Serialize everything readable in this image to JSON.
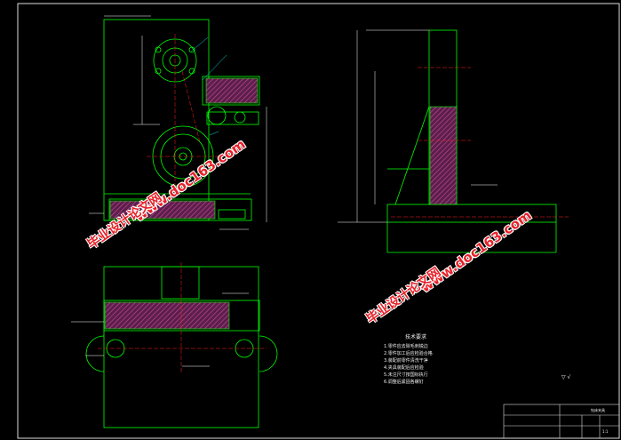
{
  "watermarks": [
    {
      "text": "www.doc163.com"
    },
    {
      "text": "毕业设计论文网"
    },
    {
      "text": "www.doc163.com"
    },
    {
      "text": "毕业设计论文网"
    }
  ],
  "tech_notes": {
    "title": "技术要求",
    "items": [
      "1.零件应去除毛刺锐边",
      "2.零件加工后应检验合格",
      "3.装配前零件清洗干净",
      "4.夹具装配后应检验",
      "5.未注尺寸按国标执行",
      "6.调整后紧固各螺钉"
    ]
  },
  "title_block": {
    "name": "钻床夹具",
    "scale": "1:1"
  },
  "colors": {
    "background": "#000000",
    "outline": "#00ff00",
    "hatch": "#c0408c",
    "dimension": "#ffffff",
    "leader": "#00e6e6",
    "center_line": "#ff2020",
    "watermark": "#e8222a"
  }
}
